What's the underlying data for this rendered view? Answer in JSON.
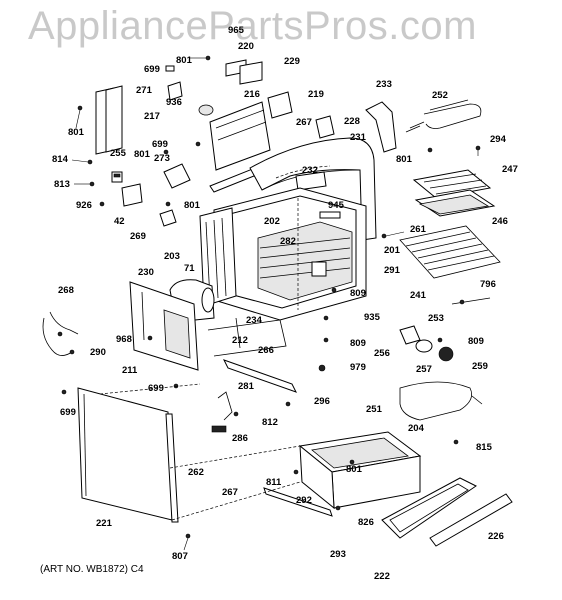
{
  "watermark": "AppliancePartsPros.com",
  "art_number": "(ART NO. WB1872) C4",
  "callouts": {
    "c965": "965",
    "c220": "220",
    "c801a": "801",
    "c699a": "699",
    "c229": "229",
    "c271": "271",
    "c233": "233",
    "c252": "252",
    "c217": "217",
    "c936": "936",
    "c216": "216",
    "c219": "219",
    "c801b": "801",
    "c699b": "699",
    "c267a": "267",
    "c228": "228",
    "c231": "231",
    "c294": "294",
    "c814": "814",
    "c255": "255",
    "c801c": "801",
    "c273": "273",
    "c801d": "801",
    "c247": "247",
    "c813": "813",
    "c926": "926",
    "c232": "232",
    "c42": "42",
    "c801e": "801",
    "c945": "945",
    "c246": "246",
    "c269": "269",
    "c202": "202",
    "c282": "282",
    "c261": "261",
    "c203": "203",
    "c201": "201",
    "c71": "71",
    "c230": "230",
    "c291": "291",
    "c268": "268",
    "c241": "241",
    "c796": "796",
    "c809a": "809",
    "c935": "935",
    "c253": "253",
    "c968": "968",
    "c234": "234",
    "c212": "212",
    "c809b": "809",
    "c256": "256",
    "c809c": "809",
    "c290": "290",
    "c266": "266",
    "c211": "211",
    "c979": "979",
    "c257": "257",
    "c259": "259",
    "c699c": "699",
    "c699d": "699",
    "c281": "281",
    "c296": "296",
    "c251": "251",
    "c812": "812",
    "c204": "204",
    "c286": "286",
    "c815": "815",
    "c262": "262",
    "c811": "811",
    "c801f": "801",
    "c267b": "267",
    "c292": "292",
    "c221": "221",
    "c826": "826",
    "c226": "226",
    "c807": "807",
    "c293": "293",
    "c222": "222"
  }
}
